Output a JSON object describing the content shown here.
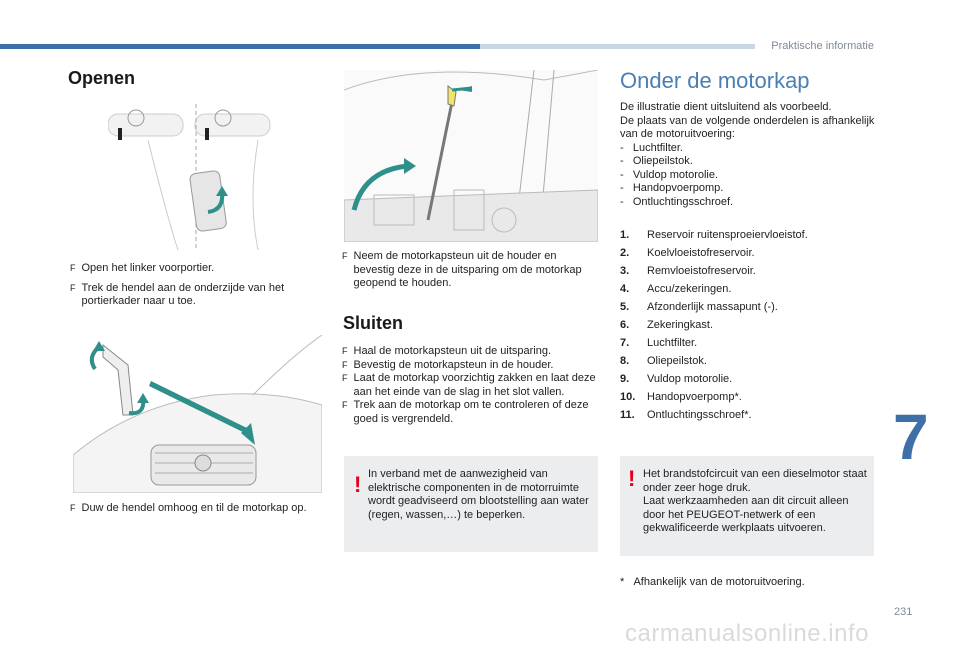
{
  "header": {
    "section": "Praktische informatie"
  },
  "openen": {
    "title": "Openen",
    "steps": [
      "Open het linker voorportier.",
      "Trek de hendel aan de onderzijde van het portierkader naar u toe."
    ],
    "step3": "Duw de hendel omhoog en til de motorkap op.",
    "step4": "Neem de motorkapsteun uit de houder en bevestig deze in de uitsparing om de motorkap geopend te houden."
  },
  "sluiten": {
    "title": "Sluiten",
    "steps": [
      "Haal de motorkapsteun uit de uitsparing.",
      "Bevestig de motorkapsteun in de houder.",
      "Laat de motorkap voorzichtig zakken en laat deze aan het einde van de slag in het slot vallen.",
      "Trek aan de motorkap om te controleren of deze goed is vergrendeld."
    ],
    "warning": "In verband met de aanwezigheid van elektrische componenten in de motorruimte wordt geadviseerd om blootstelling aan water (regen, wassen,…) te beperken."
  },
  "onder": {
    "title": "Onder de motorkap",
    "intro1": "De illustratie dient uitsluitend als voorbeeld.",
    "intro2": "De plaats van de volgende onderdelen is afhankelijk van de motoruitvoering:",
    "dash_items": [
      "Luchtfilter.",
      "Oliepeilstok.",
      "Vuldop motorolie.",
      "Handopvoerpomp.",
      "Ontluchtingsschroef."
    ],
    "numbered": [
      {
        "n": "1.",
        "t": "Reservoir ruitensproeiervloeistof."
      },
      {
        "n": "2.",
        "t": "Koelvloeistofreservoir."
      },
      {
        "n": "3.",
        "t": "Remvloeistofreservoir."
      },
      {
        "n": "4.",
        "t": "Accu/zekeringen."
      },
      {
        "n": "5.",
        "t": "Afzonderlijk massapunt (-)."
      },
      {
        "n": "6.",
        "t": "Zekeringkast."
      },
      {
        "n": "7.",
        "t": "Luchtfilter."
      },
      {
        "n": "8.",
        "t": "Oliepeilstok."
      },
      {
        "n": "9.",
        "t": "Vuldop motorolie."
      },
      {
        "n": "10.",
        "t": "Handopvoerpomp*."
      },
      {
        "n": "11.",
        "t": "Ontluchtingsschroef*."
      }
    ],
    "warning": "Het brandstofcircuit van een dieselmotor staat onder zeer hoge druk.\nLaat werkzaamheden aan dit circuit alleen door het PEUGEOT-netwerk of een gekwalificeerde werkplaats uitvoeren.",
    "footnote_mark": "*",
    "footnote": "Afhankelijk van de motoruitvoering."
  },
  "chapter": "7",
  "page_number": "231",
  "watermark": "carmanualsonline.info",
  "colors": {
    "accent": "#3f6fa8",
    "arrow": "#2f8f8a",
    "warning": "#e3001b"
  },
  "icons": {
    "bullet": "F-bullet",
    "warning": "exclamation-warning-icon"
  }
}
